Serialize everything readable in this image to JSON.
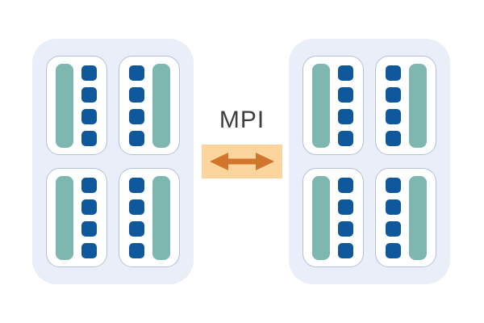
{
  "connector": {
    "label": "MPI",
    "arrow_icon": "double-headed-horizontal-arrow"
  },
  "colors": {
    "page_bg": "#ffffff",
    "node_bg": "#e9eef8",
    "socket_bg": "#ffffff",
    "socket_border": "#b7c0d8",
    "core_blue": "#0f589c",
    "bar_teal": "#7db7b0",
    "band_bg": "#fcd49e",
    "arrow_orange": "#d1752c",
    "label_text": "#3e3e3e"
  },
  "nodes": [
    {
      "id": "node-left",
      "sockets": [
        {
          "bar_position": "left",
          "cores": 4
        },
        {
          "bar_position": "right",
          "cores": 4
        },
        {
          "bar_position": "left",
          "cores": 4
        },
        {
          "bar_position": "right",
          "cores": 4
        }
      ]
    },
    {
      "id": "node-right",
      "sockets": [
        {
          "bar_position": "left",
          "cores": 4
        },
        {
          "bar_position": "right",
          "cores": 4
        },
        {
          "bar_position": "left",
          "cores": 4
        },
        {
          "bar_position": "right",
          "cores": 4
        }
      ]
    }
  ]
}
